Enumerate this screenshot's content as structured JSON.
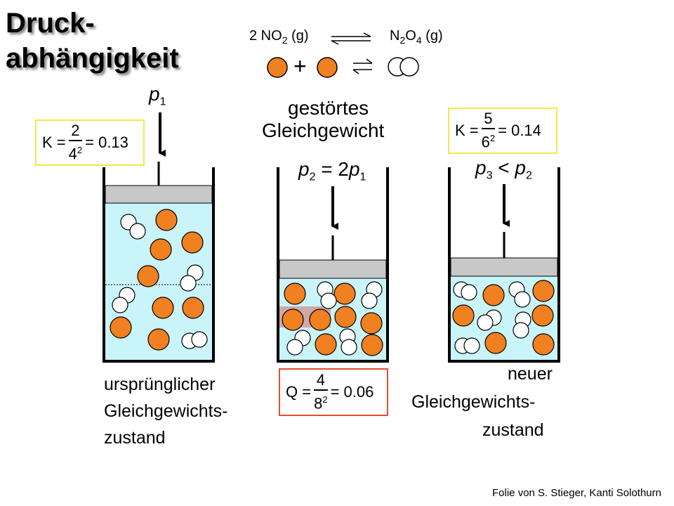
{
  "title": {
    "line1": "Druck-",
    "line2": "abhängigkeit"
  },
  "reaction": {
    "lhs_coef": "2 NO",
    "lhs_sub": "2",
    "lhs_state": " (g)",
    "rhs_a": "N",
    "rhs_sub1": "2",
    "rhs_b": "O",
    "rhs_sub2": "4",
    "rhs_state": " (g)",
    "plus": "+"
  },
  "labels": {
    "p1": "p",
    "p1_sub": "1",
    "disturbed_line1": "gestörtes",
    "disturbed_line2": "Gleichgewicht",
    "p2": "p",
    "p2_sub": "2",
    "p2_eq": " = 2",
    "p2_p": "p",
    "p2_p_sub": "1",
    "p3": "p",
    "p3_sub": "3",
    "p3_lt": " < ",
    "p3_p": "p",
    "p3_p_sub": "2",
    "orig_line1": "ursprünglicher",
    "orig_line2": "Gleichgewichts-",
    "orig_line3": "zustand",
    "new_line1": "neuer",
    "new_line2": "Gleichgewichts-",
    "new_line3": "zustand"
  },
  "formulas": {
    "k1": {
      "lhs": "K =",
      "num": "2",
      "den": "4",
      "den_exp": "2",
      "rhs": "= 0.13"
    },
    "q": {
      "lhs": "Q =",
      "num": "4",
      "den": "8",
      "den_exp": "2",
      "rhs": "= 0.06"
    },
    "k2": {
      "lhs": "K =",
      "num": "5",
      "den": "6",
      "den_exp": "2",
      "rhs": "= 0.14"
    }
  },
  "credit": "Folie von S. Stieger, Kanti Solothurn",
  "colors": {
    "no2": "#f08020",
    "gas": "#c8f4fa",
    "piston": "#c8c8c8",
    "k_border": "#f2e84a",
    "q_border": "#e05030"
  }
}
